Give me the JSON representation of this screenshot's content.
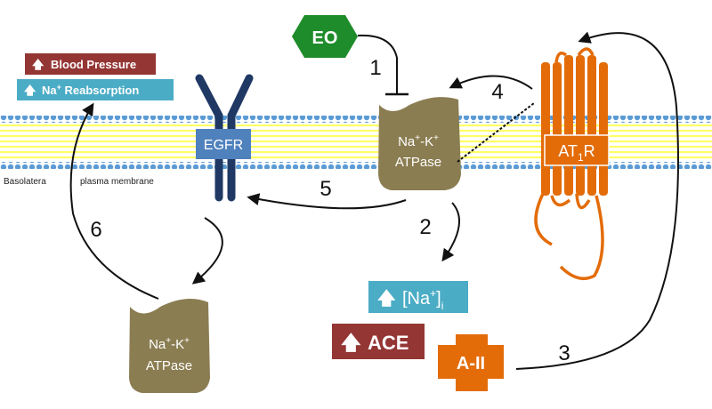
{
  "eo": {
    "label": "EO"
  },
  "steps": [
    "1",
    "2",
    "3",
    "4",
    "5",
    "6"
  ],
  "badges": {
    "blood_pressure": {
      "arrow": "🡅",
      "text": "Blood Pressure",
      "color": "#943634"
    },
    "na_reabsorption": {
      "arrow": "🡅",
      "text_pre": "Na",
      "sup": "+",
      "text_post": " Reabsorption",
      "color": "#4bacc6"
    },
    "na_i": {
      "arrow": "🡅",
      "text_pre": "[Na",
      "sup": "+",
      "text_post": "]",
      "sub": "i",
      "color": "#4bacc6"
    },
    "ace": {
      "arrow": "🡅",
      "text": "ACE",
      "color": "#943634"
    },
    "aii": {
      "text": "A-II",
      "color": "#e36c09"
    }
  },
  "membrane_label": {
    "left": "Basolatera",
    "right": "plasma membrane"
  },
  "egfr": {
    "label": "EGFR",
    "color": "#1f3864",
    "label_bg": "#4f81bd"
  },
  "atpase_top": {
    "line1_pre": "Na",
    "line1_sup1": "+",
    "line1_mid": "-K",
    "line1_sup2": "+",
    "line2": "ATPase"
  },
  "atpase_bottom": {
    "line1_pre": "Na",
    "line1_sup1": "+",
    "line1_mid": "-K",
    "line1_sup2": "+",
    "line2": "ATPase"
  },
  "at1r": {
    "label_pre": "AT",
    "label_sub": "1",
    "label_post": "R",
    "color": "#e36c09"
  },
  "colors": {
    "eo_green": "#1e8c2a",
    "atpase": "#8b7d52",
    "membrane_head": "#5b9bd5",
    "membrane_tail": "#ffff66"
  }
}
